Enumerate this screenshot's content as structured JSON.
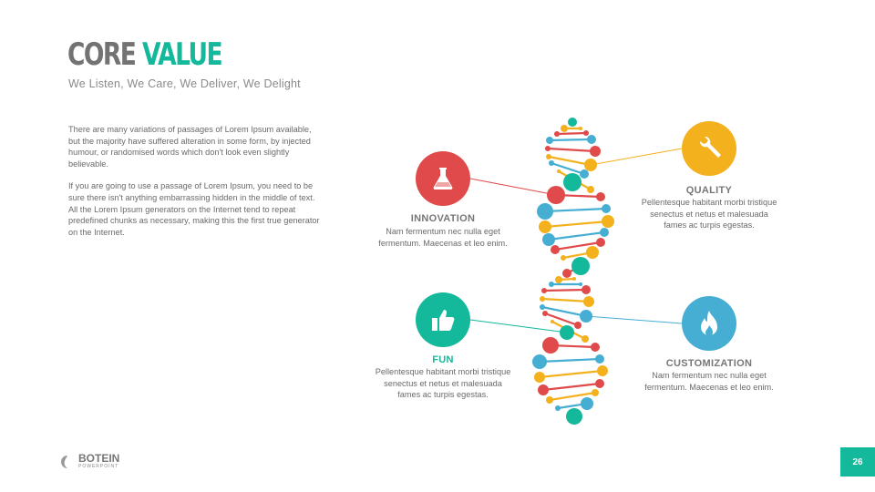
{
  "header": {
    "title_part1": "CORE",
    "title_part2": "VALUE",
    "subtitle": "We Listen, We Care, We Deliver, We Delight"
  },
  "body": {
    "paragraphs": [
      "There are many variations of passages of Lorem Ipsum available, but the majority have suffered alteration in some form, by injected humour, or randomised words which don't look even slightly believable.",
      "If you are going to use a passage of Lorem Ipsum, you need to be sure there isn't anything embarrassing hidden in the middle of text. All the Lorem Ipsum generators on the Internet tend to repeat predefined chunks as necessary, making this the first true generator on the Internet."
    ]
  },
  "values": [
    {
      "title": "INNOVATION",
      "text": "Nam fermentum nec nulla eget fermentum. Maecenas et leo enim.",
      "color": "#e04a4b",
      "icon": "flask-icon"
    },
    {
      "title": "QUALITY",
      "text": "Pellentesque habitant morbi tristique senectus et netus et malesuada fames ac turpis egestas.",
      "color": "#f4b11e",
      "icon": "wrench-icon"
    },
    {
      "title": "FUN",
      "text": "Pellentesque habitant morbi tristique senectus et netus et malesuada fames ac turpis egestas.",
      "color": "#14b89a",
      "icon": "thumbs-up-icon"
    },
    {
      "title": "CUSTOMIZATION",
      "text": "Nam fermentum nec nulla eget fermentum. Maecenas et leo enim.",
      "color": "#46aed3",
      "icon": "flame-icon"
    }
  ],
  "footer": {
    "brand": "BOTEIN",
    "brand_sub": "POWERPOINT",
    "page_number": "26"
  },
  "colors": {
    "red": "#e04a4b",
    "yellow": "#f4b11e",
    "blue": "#46aed3",
    "teal": "#14b89a"
  }
}
